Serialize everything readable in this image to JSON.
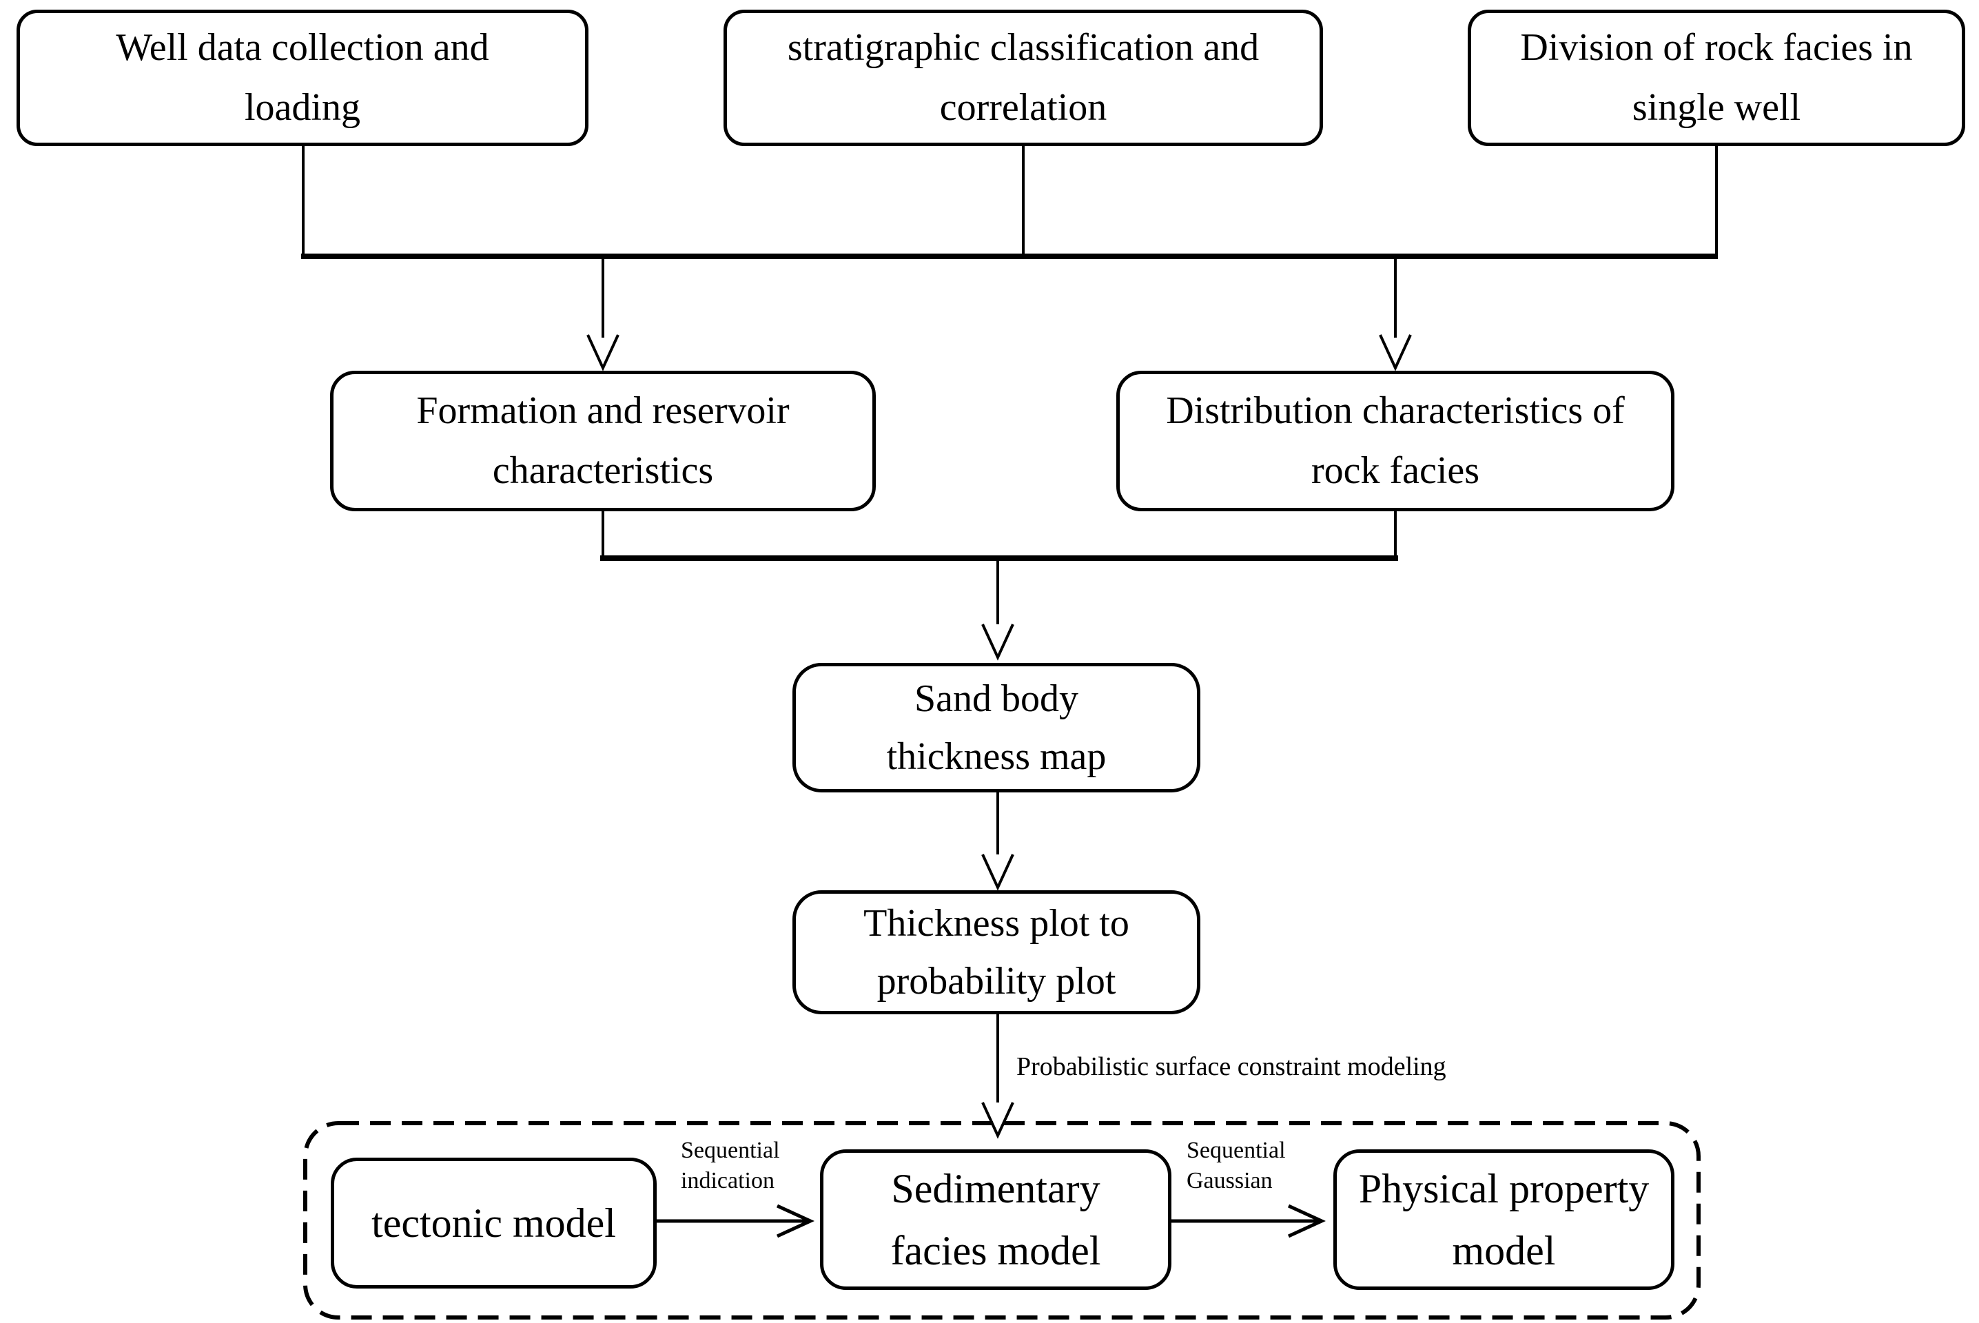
{
  "figure": {
    "colors": {
      "background": "#ffffff",
      "box_fill": "#ffffff",
      "line": "#000000",
      "text": "#000000"
    },
    "nodes": {
      "well_data": "Well data collection and loading",
      "stratigraphic": "stratigraphic classification and correlation",
      "rock_facies_division": "Division of rock facies in single well",
      "formation_reservoir": "Formation and reservoir characteristics",
      "rock_facies_distribution": "Distribution characteristics of rock facies",
      "sand_body": "Sand body thickness map",
      "thickness_plot": "Thickness plot to probability plot",
      "tectonic": "tectonic model",
      "sedimentary": "Sedimentary facies model",
      "physical": "Physical property model"
    },
    "edge_labels": {
      "probabilistic": "Probabilistic surface constraint modeling",
      "sequential_indication": "Sequential indication",
      "sequential_gaussian": "Sequential Gaussian"
    },
    "edges": [
      {
        "from": "well_data",
        "to": "formation_reservoir"
      },
      {
        "from": "stratigraphic",
        "to": "formation_reservoir"
      },
      {
        "from": "stratigraphic",
        "to": "rock_facies_distribution"
      },
      {
        "from": "rock_facies_division",
        "to": "rock_facies_distribution"
      },
      {
        "from": "formation_reservoir",
        "to": "sand_body"
      },
      {
        "from": "rock_facies_distribution",
        "to": "sand_body"
      },
      {
        "from": "sand_body",
        "to": "thickness_plot"
      },
      {
        "from": "thickness_plot",
        "to": "modeling_group",
        "label": "Probabilistic surface constraint modeling"
      },
      {
        "from": "tectonic",
        "to": "sedimentary",
        "label": "Sequential indication"
      },
      {
        "from": "sedimentary",
        "to": "physical",
        "label": "Sequential Gaussian"
      }
    ]
  }
}
